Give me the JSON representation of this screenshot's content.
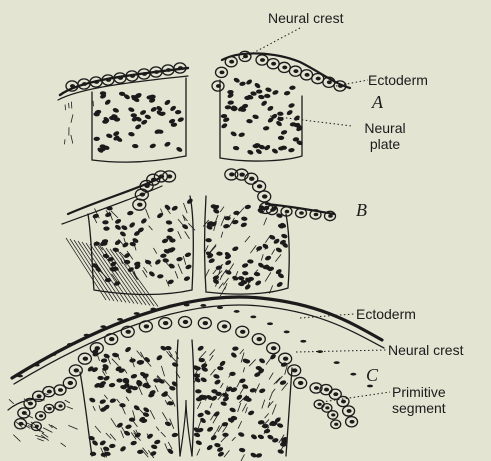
{
  "figure": {
    "panel_a": {
      "letter": "A",
      "labels": {
        "neural_crest": "Neural crest",
        "ectoderm": "Ectoderm",
        "neural_plate_line1": "Neural",
        "neural_plate_line2": "plate"
      }
    },
    "panel_b": {
      "letter": "B"
    },
    "panel_c": {
      "letter": "C",
      "labels": {
        "ectoderm": "Ectoderm",
        "neural_crest": "Neural crest",
        "primitive_segment_line1": "Primitive",
        "primitive_segment_line2": "segment"
      }
    }
  },
  "colors": {
    "background": "#e3e4d2",
    "ink": "#1b1b1b"
  }
}
